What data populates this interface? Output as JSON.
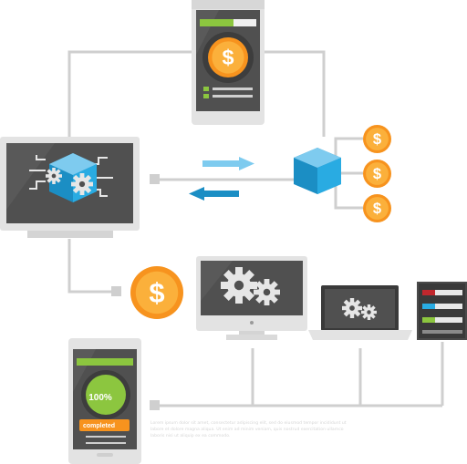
{
  "diagram": {
    "progress_percent_label": "100%",
    "status_label": "completed",
    "caption_text": "Lorem ipsum dolor sit amet, consectetur adipiscing elit, sed do eiusmod tempor incididunt ut labore et dolore magna aliqua. Ut enim ad minim veniam, quis nostrud exercitation ullamco laboris nisi ut aliquip ex ea commodo."
  },
  "colors": {
    "connector": "#cfcfcf",
    "device_frame": "#e3e3e3",
    "screen": "#505050",
    "screen_dark": "#3d3d3d",
    "coin": "#f7931e",
    "coin_light": "#fbb03b",
    "cube": "#29abe2",
    "cube_dark": "#1b8ec4",
    "arrow_light": "#7ecbef",
    "arrow_dark": "#1b8ec4",
    "progress_green": "#8cc63f",
    "completed_bar": "#f7931e"
  },
  "icons": [
    "dollar-coin-icon",
    "gear-icon",
    "cube-icon",
    "arrow-right-icon",
    "arrow-left-icon",
    "checkbox-icon",
    "server-rack-icon"
  ]
}
